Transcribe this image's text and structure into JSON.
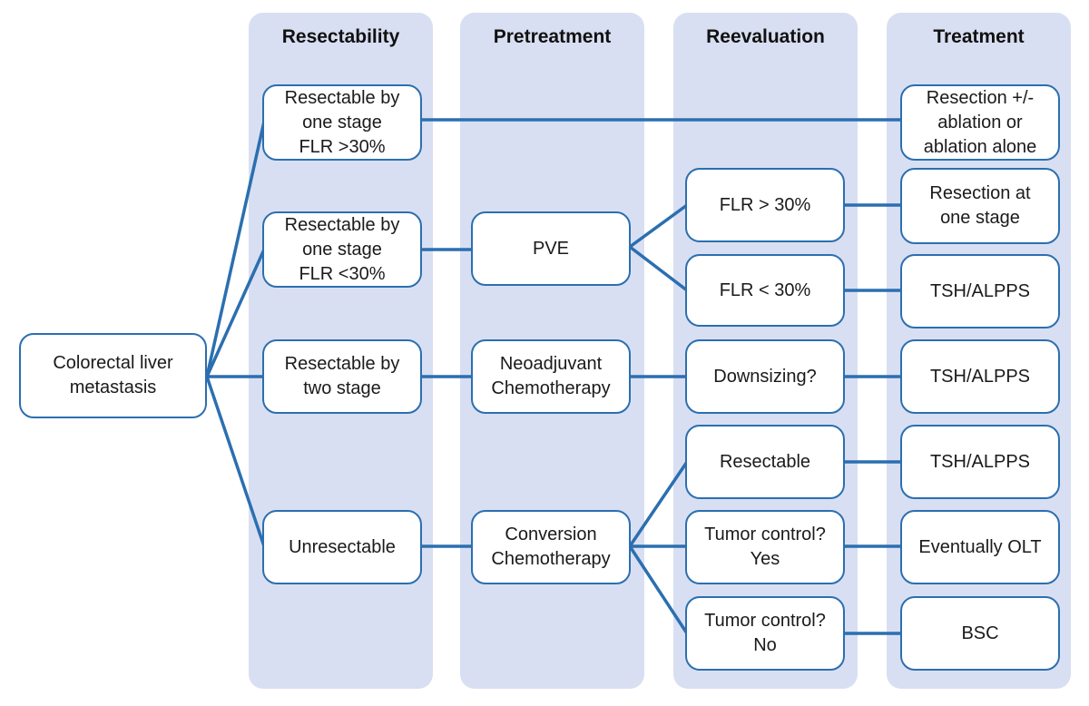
{
  "columns": {
    "resectability": "Resectability",
    "pretreatment": "Pretreatment",
    "reevaluation": "Reevaluation",
    "treatment": "Treatment"
  },
  "nodes": {
    "root": "Colorectal liver\nmetastasis",
    "res_one_stage_gt30": "Resectable by\none stage\nFLR >30%",
    "res_one_stage_lt30": "Resectable by\none stage\nFLR <30%",
    "res_two_stage": "Resectable by\ntwo stage",
    "unresectable": "Unresectable",
    "pve": "PVE",
    "neoadjuvant": "Neoadjuvant\nChemotherapy",
    "conversion": "Conversion\nChemotherapy",
    "flr_gt30": "FLR > 30%",
    "flr_lt30": "FLR < 30%",
    "downsizing": "Downsizing?",
    "resectable": "Resectable",
    "tumor_yes": "Tumor control?\nYes",
    "tumor_no": "Tumor control?\nNo",
    "t_resection_ablation": "Resection +/-\nablation or\nablation alone",
    "t_resection_one_stage": "Resection at\none stage",
    "t_tsh_1": "TSH/ALPPS",
    "t_tsh_2": "TSH/ALPPS",
    "t_tsh_3": "TSH/ALPPS",
    "t_olt": "Eventually OLT",
    "t_bsc": "BSC"
  },
  "colors": {
    "column_bg": "#d9dff2",
    "edge": "#2b6fb0",
    "node_border": "#2b6fb0"
  }
}
